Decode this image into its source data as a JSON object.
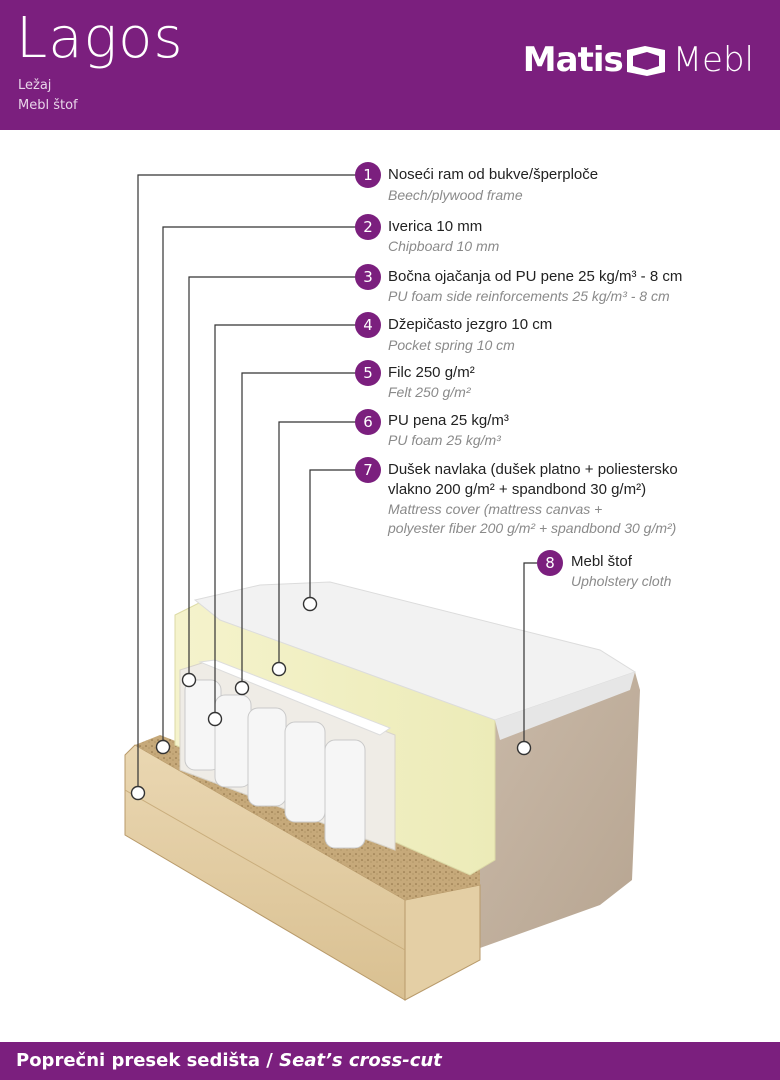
{
  "header": {
    "title": "Lagos",
    "subtitle_1": "Ležaj",
    "subtitle_2": "Mebl štof",
    "logo_left": "Matis",
    "logo_right": "Mebl",
    "brand_color": "#7b1f7e"
  },
  "callouts": [
    {
      "num": "1",
      "sr": "Noseći ram od bukve/šperploče",
      "en": "Beech/plywood frame"
    },
    {
      "num": "2",
      "sr": "Iverica 10 mm",
      "en": "Chipboard 10 mm"
    },
    {
      "num": "3",
      "sr": "Bočna ojačanja od PU pene 25 kg/m³ - 8 cm",
      "en": "PU foam side reinforcements 25 kg/m³ - 8 cm"
    },
    {
      "num": "4",
      "sr": "Džepičasto jezgro 10 cm",
      "en": "Pocket spring 10 cm"
    },
    {
      "num": "5",
      "sr": "Filc 250 g/m²",
      "en": "Felt 250 g/m²"
    },
    {
      "num": "6",
      "sr": "PU pena 25 kg/m³",
      "en": "PU foam 25 kg/m³"
    },
    {
      "num": "7",
      "sr_1": "Dušek navlaka (dušek platno + poliestersko",
      "sr_2": "vlakno 200 g/m² + spandbond 30 g/m²)",
      "en_1": "Mattress cover (mattress canvas +",
      "en_2": "polyester fiber 200 g/m² + spandbond 30 g/m²)"
    },
    {
      "num": "8",
      "sr": "Mebl štof",
      "en": "Upholstery cloth"
    }
  ],
  "footer": {
    "text_sr": "Poprečni presek sedišta / ",
    "text_en": "Seat’s cross-cut"
  }
}
